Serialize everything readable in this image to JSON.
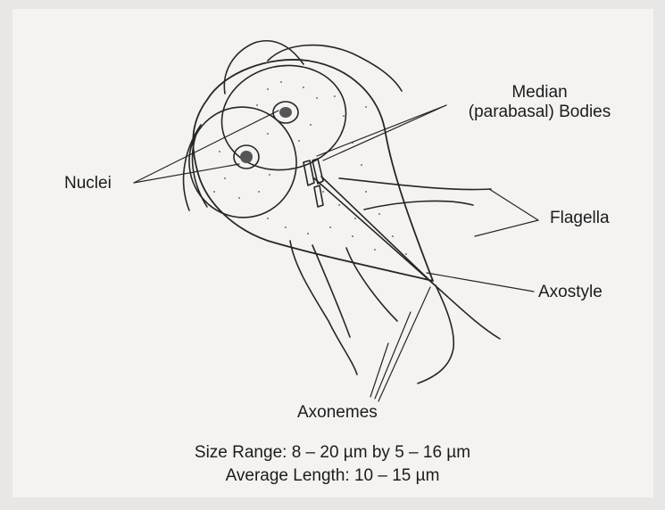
{
  "labels": {
    "median_line1": "Median",
    "median_line2": "(parabasal) Bodies",
    "nuclei": "Nuclei",
    "flagella": "Flagella",
    "axostyle": "Axostyle",
    "axonemes": "Axonemes"
  },
  "caption": {
    "size_range": "Size Range: 8 – 20 µm by 5 – 16 µm",
    "average_length": "Average Length: 10 – 15 µm"
  }
}
